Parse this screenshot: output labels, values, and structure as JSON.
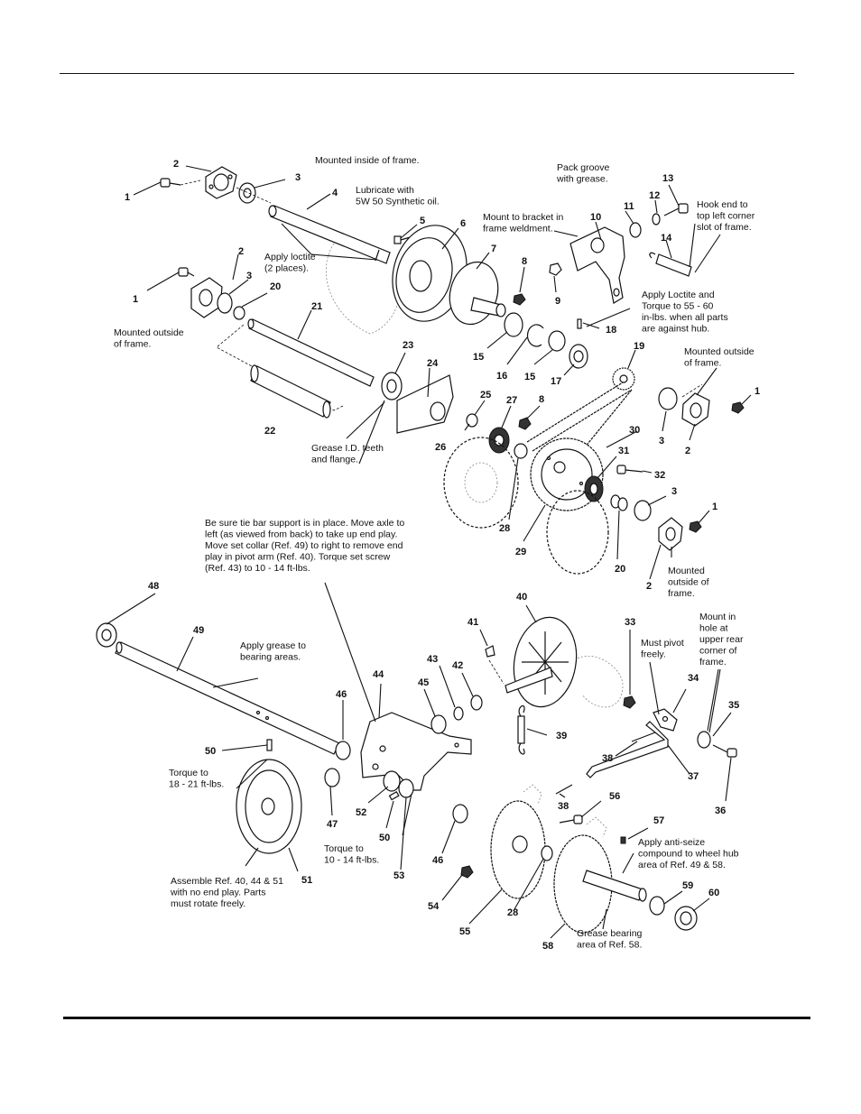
{
  "labels": [
    {
      "id": "p2a",
      "t": "2"
    },
    {
      "id": "p1a",
      "t": "1"
    },
    {
      "id": "p3a",
      "t": "3"
    },
    {
      "id": "p4",
      "t": "4"
    },
    {
      "id": "p5",
      "t": "5"
    },
    {
      "id": "p6",
      "t": "6"
    },
    {
      "id": "p7",
      "t": "7"
    },
    {
      "id": "p8a",
      "t": "8"
    },
    {
      "id": "p9",
      "t": "9"
    },
    {
      "id": "p10",
      "t": "10"
    },
    {
      "id": "p11",
      "t": "11"
    },
    {
      "id": "p12",
      "t": "12"
    },
    {
      "id": "p13",
      "t": "13"
    },
    {
      "id": "p14",
      "t": "14"
    },
    {
      "id": "p2b",
      "t": "2"
    },
    {
      "id": "p3b",
      "t": "3"
    },
    {
      "id": "p1b",
      "t": "1"
    },
    {
      "id": "p20a",
      "t": "20"
    },
    {
      "id": "p21",
      "t": "21"
    },
    {
      "id": "p23",
      "t": "23"
    },
    {
      "id": "p15a",
      "t": "15"
    },
    {
      "id": "p16",
      "t": "16"
    },
    {
      "id": "p15b",
      "t": "15"
    },
    {
      "id": "p17",
      "t": "17"
    },
    {
      "id": "p18",
      "t": "18"
    },
    {
      "id": "p19",
      "t": "19"
    },
    {
      "id": "p1c",
      "t": "1"
    },
    {
      "id": "p24",
      "t": "24"
    },
    {
      "id": "p25",
      "t": "25"
    },
    {
      "id": "p27",
      "t": "27"
    },
    {
      "id": "p8b",
      "t": "8"
    },
    {
      "id": "p22",
      "t": "22"
    },
    {
      "id": "p26",
      "t": "26"
    },
    {
      "id": "p30",
      "t": "30"
    },
    {
      "id": "p3c",
      "t": "3"
    },
    {
      "id": "p2c",
      "t": "2"
    },
    {
      "id": "p31",
      "t": "31"
    },
    {
      "id": "p32",
      "t": "32"
    },
    {
      "id": "p3d",
      "t": "3"
    },
    {
      "id": "p1d",
      "t": "1"
    },
    {
      "id": "p28a",
      "t": "28"
    },
    {
      "id": "p29",
      "t": "29"
    },
    {
      "id": "p20b",
      "t": "20"
    },
    {
      "id": "p2d",
      "t": "2"
    },
    {
      "id": "p48",
      "t": "48"
    },
    {
      "id": "p40",
      "t": "40"
    },
    {
      "id": "p49",
      "t": "49"
    },
    {
      "id": "p41",
      "t": "41"
    },
    {
      "id": "p33",
      "t": "33"
    },
    {
      "id": "p43",
      "t": "43"
    },
    {
      "id": "p42",
      "t": "42"
    },
    {
      "id": "p44",
      "t": "44"
    },
    {
      "id": "p45",
      "t": "45"
    },
    {
      "id": "p34",
      "t": "34"
    },
    {
      "id": "p46a",
      "t": "46"
    },
    {
      "id": "p35",
      "t": "35"
    },
    {
      "id": "p39",
      "t": "39"
    },
    {
      "id": "p50a",
      "t": "50"
    },
    {
      "id": "p38a",
      "t": "38"
    },
    {
      "id": "p37",
      "t": "37"
    },
    {
      "id": "p36",
      "t": "36"
    },
    {
      "id": "p56",
      "t": "56"
    },
    {
      "id": "p38b",
      "t": "38"
    },
    {
      "id": "p52",
      "t": "52"
    },
    {
      "id": "p47",
      "t": "47"
    },
    {
      "id": "p57",
      "t": "57"
    },
    {
      "id": "p50b",
      "t": "50"
    },
    {
      "id": "p46b",
      "t": "46"
    },
    {
      "id": "p51",
      "t": "51"
    },
    {
      "id": "p53",
      "t": "53"
    },
    {
      "id": "p59",
      "t": "59"
    },
    {
      "id": "p60",
      "t": "60"
    },
    {
      "id": "p54",
      "t": "54"
    },
    {
      "id": "p28b",
      "t": "28"
    },
    {
      "id": "p55",
      "t": "55"
    },
    {
      "id": "p58",
      "t": "58"
    }
  ],
  "notes": [
    {
      "id": "n_inside",
      "lines": [
        "Mounted inside of frame."
      ]
    },
    {
      "id": "n_lube",
      "lines": [
        "Lubricate with",
        "5W 50 Synthetic oil."
      ]
    },
    {
      "id": "n_pack",
      "lines": [
        "Pack groove",
        "with grease."
      ]
    },
    {
      "id": "n_hook",
      "lines": [
        "Hook end to",
        "top left corner",
        "slot of frame."
      ]
    },
    {
      "id": "n_mountbr",
      "lines": [
        "Mount to bracket in",
        "frame weldment."
      ]
    },
    {
      "id": "n_loctite",
      "lines": [
        "Apply loctite",
        "(2 places)."
      ]
    },
    {
      "id": "n_loctorque",
      "lines": [
        "Apply Loctite and",
        "Torque to 55 - 60",
        "in-lbs. when all parts",
        "are against hub."
      ]
    },
    {
      "id": "n_outside1",
      "lines": [
        "Mounted outside",
        "of frame."
      ]
    },
    {
      "id": "n_outside2",
      "lines": [
        "Mounted outside",
        "of frame."
      ]
    },
    {
      "id": "n_grease_id",
      "lines": [
        "Grease I.D. teeth",
        "and flange."
      ]
    },
    {
      "id": "n_outside3",
      "lines": [
        "Mounted",
        "outside of",
        "frame."
      ]
    },
    {
      "id": "n_tiebar",
      "lines": [
        "Be sure tie bar support is in place. Move axle to",
        "left (as viewed from back) to take up end play.",
        "Move set collar (Ref. 49) to right to remove end",
        "play in pivot arm (Ref. 40). Torque set screw",
        "(Ref. 43) to 10 - 14 ft-lbs."
      ]
    },
    {
      "id": "n_mounthole",
      "lines": [
        "Mount in",
        "hole at",
        "upper rear",
        "corner of",
        "frame."
      ]
    },
    {
      "id": "n_grease_bear",
      "lines": [
        "Apply grease to",
        "bearing areas."
      ]
    },
    {
      "id": "n_pivot",
      "lines": [
        "Must pivot",
        "freely."
      ]
    },
    {
      "id": "n_torque1821",
      "lines": [
        "Torque to",
        "18 - 21 ft-lbs."
      ]
    },
    {
      "id": "n_torque1014",
      "lines": [
        "Torque to",
        "10 - 14 ft-lbs."
      ]
    },
    {
      "id": "n_antiseize",
      "lines": [
        "Apply anti-seize",
        "compound to wheel hub",
        "area of Ref. 49 & 58."
      ]
    },
    {
      "id": "n_assemble",
      "lines": [
        "Assemble Ref. 40, 44 & 51",
        "with no end play. Parts",
        "must rotate freely."
      ]
    },
    {
      "id": "n_grease58",
      "lines": [
        "Grease bearing",
        "area of Ref. 58."
      ]
    }
  ]
}
